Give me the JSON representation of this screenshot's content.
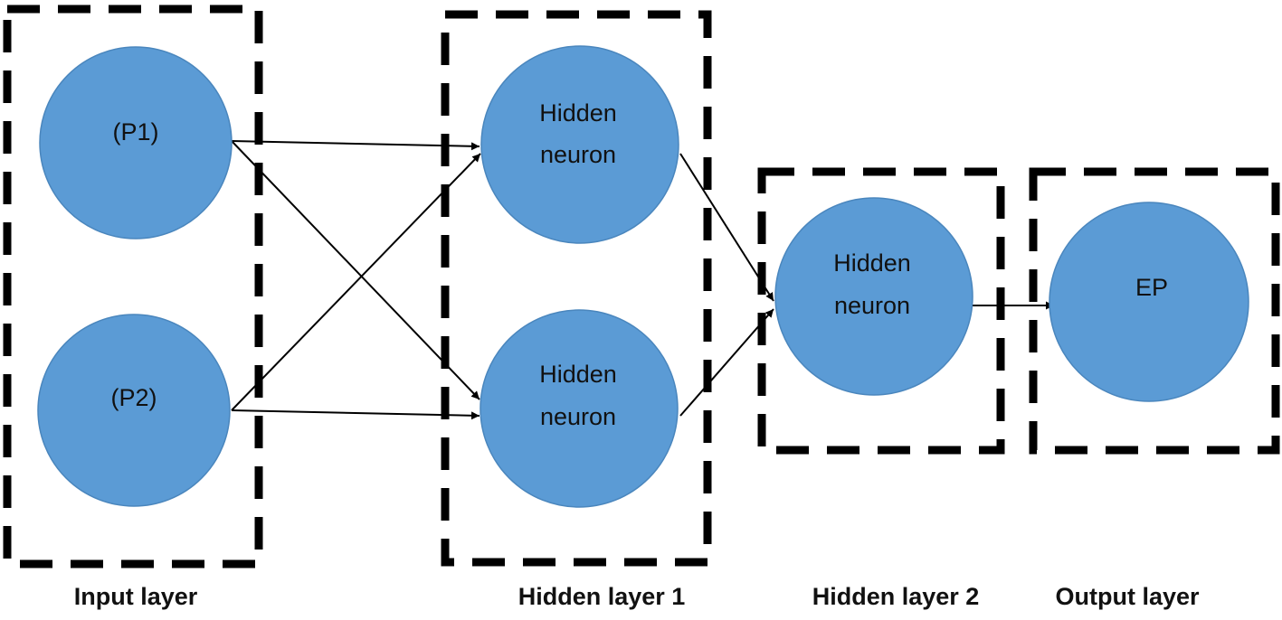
{
  "colors": {
    "neuron_fill": "#5b9bd5",
    "box_stroke": "#000000",
    "line": "#000000"
  },
  "layers": [
    {
      "label": "Input layer",
      "neurons": [
        {
          "lines": [
            "(P1)"
          ]
        },
        {
          "lines": [
            "(P2)"
          ]
        }
      ]
    },
    {
      "label": "Hidden layer 1",
      "neurons": [
        {
          "lines": [
            "Hidden",
            "neuron"
          ]
        },
        {
          "lines": [
            "Hidden",
            "neuron"
          ]
        }
      ]
    },
    {
      "label": "Hidden layer 2",
      "neurons": [
        {
          "lines": [
            "Hidden",
            "neuron"
          ]
        }
      ]
    },
    {
      "label": "Output layer",
      "neurons": [
        {
          "lines": [
            "EP"
          ]
        }
      ]
    }
  ],
  "connections": [
    {
      "from": "input-1",
      "to": "hidden1-1"
    },
    {
      "from": "input-1",
      "to": "hidden1-2"
    },
    {
      "from": "input-2",
      "to": "hidden1-1"
    },
    {
      "from": "input-2",
      "to": "hidden1-2"
    },
    {
      "from": "hidden1-1",
      "to": "hidden2-1"
    },
    {
      "from": "hidden1-2",
      "to": "hidden2-1"
    },
    {
      "from": "hidden2-1",
      "to": "output-1"
    }
  ]
}
